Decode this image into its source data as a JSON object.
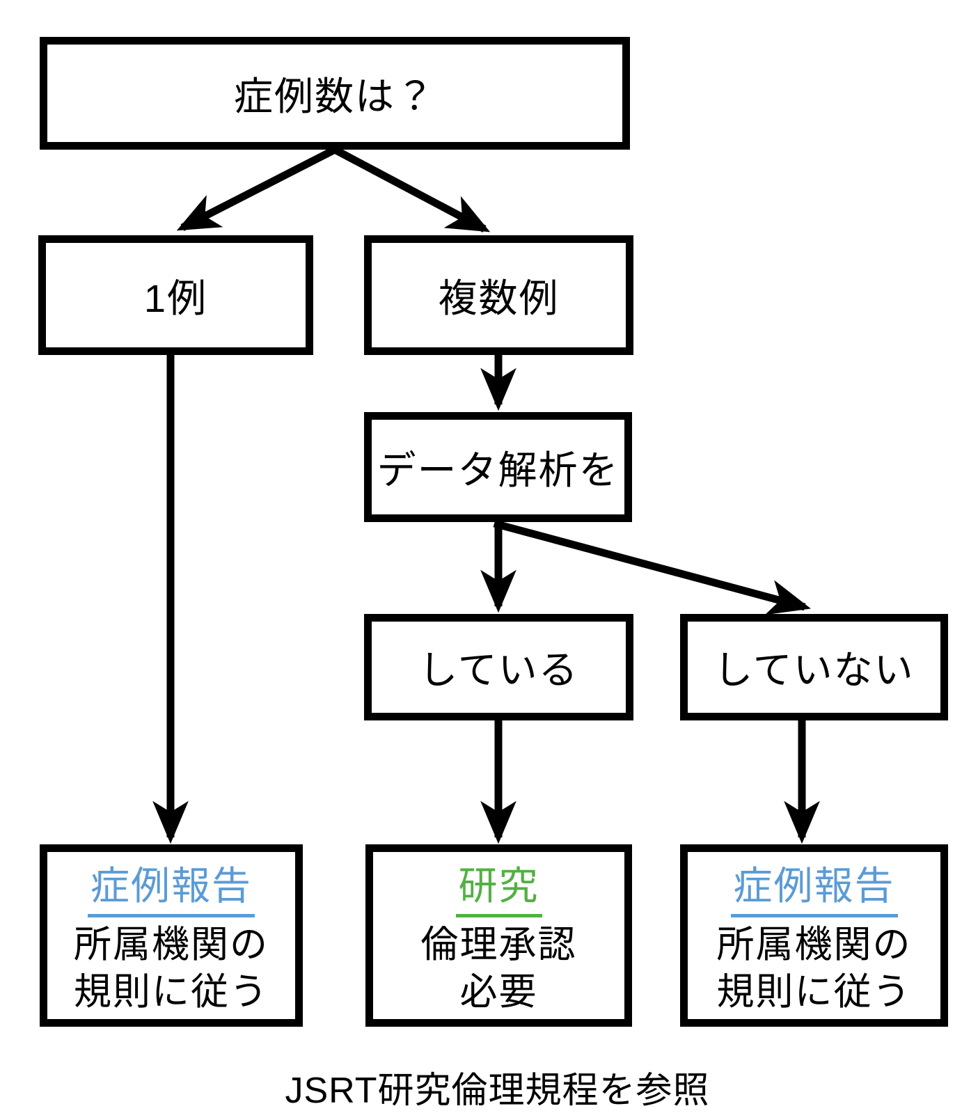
{
  "diagram": {
    "nodes": {
      "case_count": {
        "label": "症例数は？"
      },
      "one_case": {
        "label": "1例"
      },
      "multiple_cases": {
        "label": "複数例"
      },
      "data_analysis": {
        "label": "データ解析を"
      },
      "analysis_yes": {
        "label": "している"
      },
      "analysis_no": {
        "label": "していない"
      },
      "outcome_case_report_left": {
        "title": "症例報告",
        "detail_line1": "所属機関の",
        "detail_line2": "規則に従う"
      },
      "outcome_research": {
        "title": "研究",
        "detail_line1": "倫理承認",
        "detail_line2": "必要"
      },
      "outcome_case_report_right": {
        "title": "症例報告",
        "detail_line1": "所属機関の",
        "detail_line2": "規則に従う"
      }
    },
    "caption": "JSRT研究倫理規程を参照",
    "colors": {
      "case_report_accent": "#5B9BD5",
      "research_accent": "#52B043",
      "line": "#000000",
      "box_fill": "#FFFFFF",
      "text": "#000000",
      "background": "#FFFFFF"
    }
  }
}
